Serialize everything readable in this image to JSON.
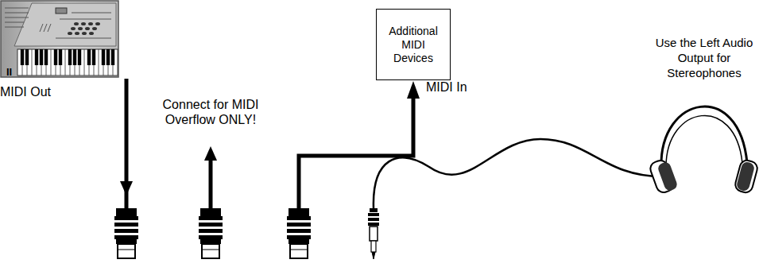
{
  "diagram": {
    "nodes": [
      {
        "text": [
          "Additional MIDI Devices"
        ]
      }
    ],
    "labels": [
      "II",
      "MIDI Out",
      "Connect for MIDI Overflow ONLY!",
      "MIDI In",
      "Use the Left Audio Output for Stereophones"
    ]
  }
}
